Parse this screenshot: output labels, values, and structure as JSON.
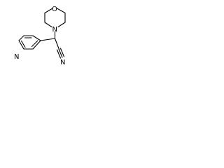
{
  "molecule": {
    "atoms": {
      "morpholine_oxygen": "O",
      "morpholine_nitrogen": "N",
      "pyridine_nitrogen": "N",
      "nitrile_nitrogen": "N"
    },
    "colors": {
      "bond": "#000000",
      "label": "#000000",
      "background": "#ffffff"
    }
  }
}
